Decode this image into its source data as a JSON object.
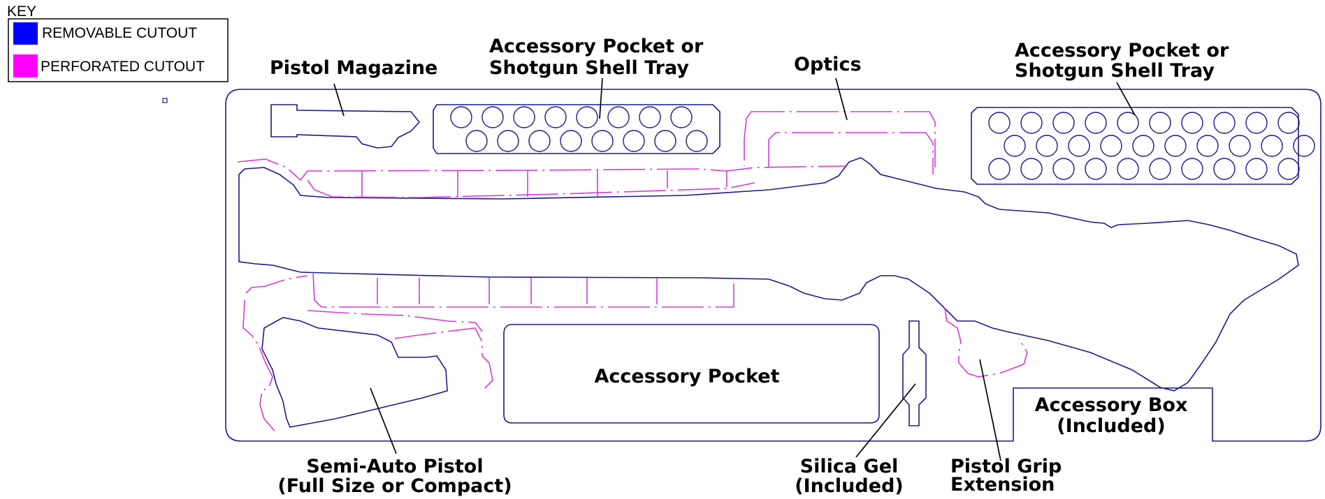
{
  "key": {
    "title": "KEY",
    "items": [
      {
        "label": "REMOVABLE CUTOUT",
        "color": "#0000ff"
      },
      {
        "label": "PERFORATED CUTOUT",
        "color": "#ff00ff"
      }
    ]
  },
  "colors": {
    "removable_line": "#1a1a8c",
    "perforated_line": "#d63ad6"
  },
  "labels": {
    "pistol_magazine": "Pistol Magazine",
    "accessory_tray_left": [
      "Accessory Pocket or",
      "Shotgun Shell Tray"
    ],
    "optics": "Optics",
    "accessory_tray_right": [
      "Accessory Pocket or",
      "Shotgun Shell Tray"
    ],
    "accessory_pocket": "Accessory Pocket",
    "accessory_box": [
      "Accessory Box",
      "(Included)"
    ],
    "semi_auto_pistol": [
      "Semi-Auto Pistol",
      "(Full Size or Compact)"
    ],
    "silica_gel": [
      "Silica Gel",
      "(Included)"
    ],
    "pistol_grip_extension": [
      "Pistol Grip",
      "Extension"
    ]
  }
}
